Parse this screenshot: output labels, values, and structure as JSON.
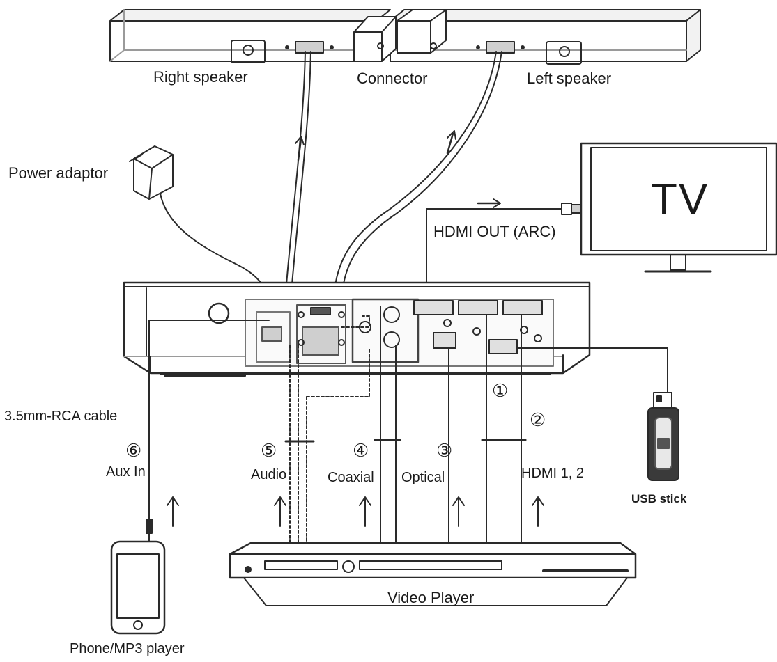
{
  "labels": {
    "right_speaker": "Right speaker",
    "connector": "Connector",
    "left_speaker": "Left speaker",
    "power_adaptor": "Power adaptor",
    "tv": "TV",
    "hdmi_out": "HDMI OUT (ARC)",
    "rca_cable": "3.5mm-RCA cable",
    "aux_in": "Aux In",
    "audio": "Audio",
    "coaxial": "Coaxial",
    "optical": "Optical",
    "hdmi_12": "HDMI 1, 2",
    "usb_stick": "USB stick",
    "video_player": "Video Player",
    "phone": "Phone/MP3 player"
  },
  "markers": {
    "one": "①",
    "two": "②",
    "three": "③",
    "four": "④",
    "five": "⑤",
    "six": "⑥"
  },
  "colors": {
    "line": "#2a2a2a",
    "light": "#9a9a9a",
    "fill": "#e6e6e6",
    "dark": "#333333"
  }
}
